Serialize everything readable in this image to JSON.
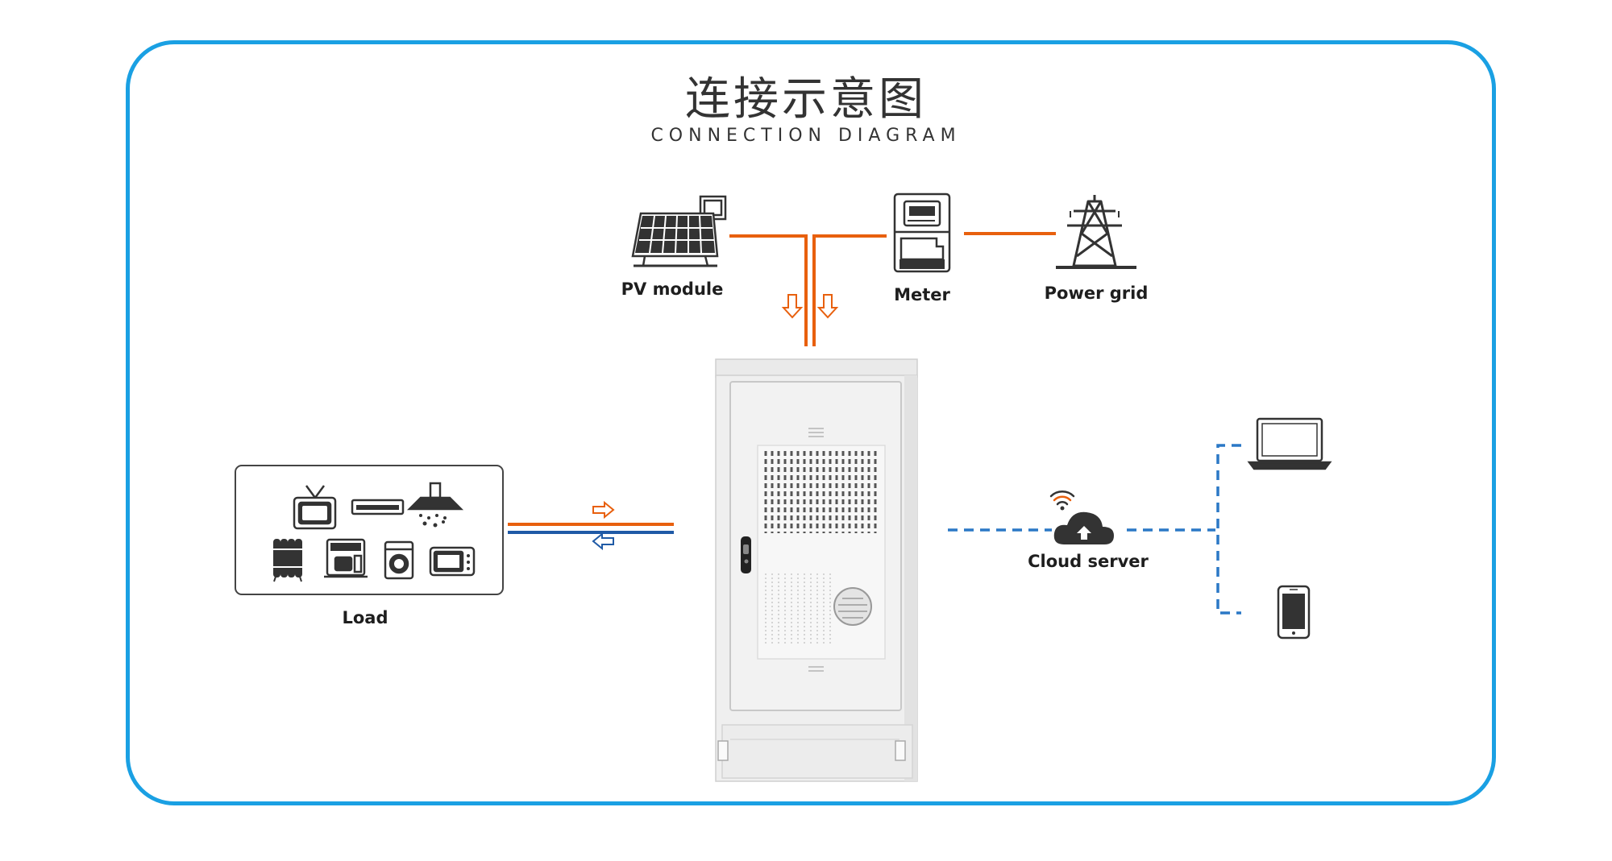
{
  "title": {
    "chinese": "连接示意图",
    "english": "CONNECTION DIAGRAM"
  },
  "nodes": {
    "pv_module": "PV module",
    "meter": "Meter",
    "power_grid": "Power grid",
    "load": "Load",
    "cloud_server": "Cloud server"
  },
  "colors": {
    "frame_border": "#1aa0e3",
    "ac_line": "#e8600e",
    "dc_line": "#1f5aa6",
    "network_line": "#2b78c6",
    "icon": "#333333"
  },
  "icons": {
    "pv_module": "solar-panel-icon",
    "meter": "electric-meter-icon",
    "power_grid": "transmission-tower-icon",
    "load": [
      "tv-icon",
      "air-conditioner-icon",
      "range-hood-icon",
      "oil-heater-icon",
      "coffee-machine-icon",
      "washing-machine-icon",
      "microwave-icon"
    ],
    "cabinet": "energy-storage-cabinet",
    "cloud_server": "cloud-upload-icon",
    "wifi": "wifi-icon",
    "laptop": "laptop-icon",
    "phone": "smartphone-icon"
  }
}
